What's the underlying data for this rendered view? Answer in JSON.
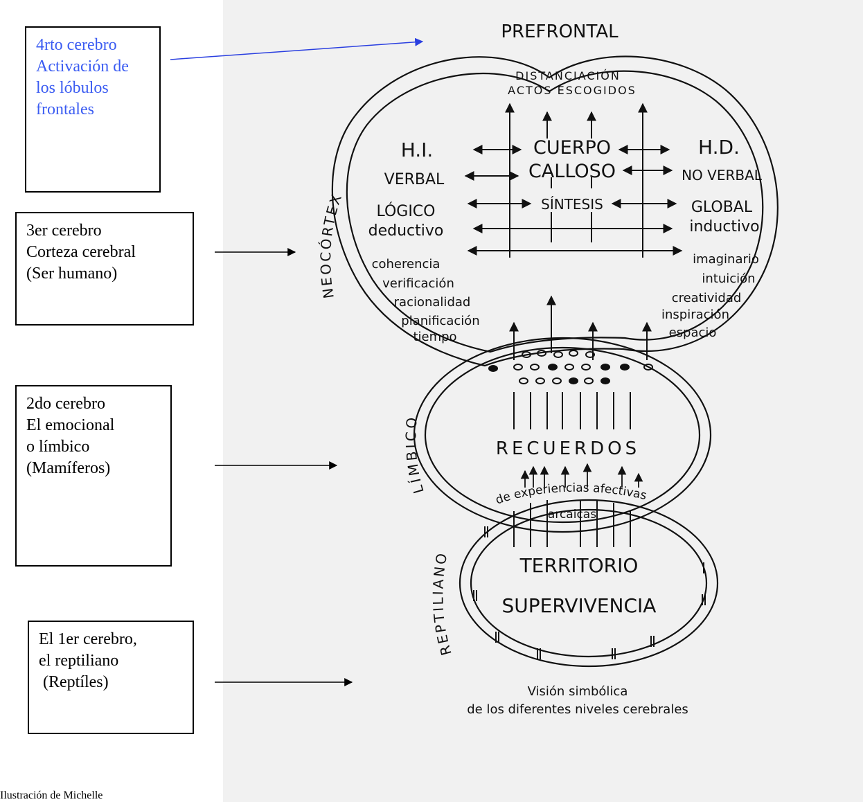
{
  "callouts": [
    {
      "lines": [
        "4rto cerebro",
        "Activación de",
        "los lóbulos",
        "frontales"
      ]
    },
    {
      "lines": [
        "3er cerebro",
        "Corteza cerebral",
        "(Ser humano)"
      ]
    },
    {
      "lines": [
        "2do cerebro",
        "El emocional",
        "o límbico",
        "(Mamíferos)"
      ]
    },
    {
      "lines": [
        "El 1er cerebro,",
        "el reptiliano",
        " (Reptíles)"
      ]
    }
  ],
  "credit": "Ilustración de Michelle",
  "diagram": {
    "prefrontal": "PREFRONTAL",
    "distanciacion": "DISTANCIACIÓN",
    "actos": "ACTOS ESCOGIDOS",
    "hi": "H.I.",
    "hd": "H.D.",
    "cuerpo": "CUERPO",
    "calloso": "CALLOSO",
    "verbal": "VERBAL",
    "no_verbal": "NO VERBAL",
    "sintesis": "SÍNTESIS",
    "logico": "LÓGICO",
    "deductivo": "deductivo",
    "global": "GLOBAL",
    "inductivo": "inductivo",
    "left_traits": [
      "coherencia",
      "verificación",
      "racionalidad",
      "planificación",
      "tiempo"
    ],
    "right_traits": [
      "imaginario",
      "intuición",
      "creatividad",
      "inspiración",
      "espacio"
    ],
    "neocortex": "NEOCÓRTEX",
    "limbico": "LÍMBICO",
    "reptiliano": "REPTILIANO",
    "recuerdos": "RECUERDOS",
    "experiencias": "de experiencias afectivas",
    "arcaicas": "arcaicas",
    "territorio": "TERRITORIO",
    "supervivencia": "SUPERVIVENCIA",
    "caption": [
      "Visión simbólica",
      "de los diferentes niveles cerebrales"
    ]
  },
  "colors": {
    "callout_blue": "#3b5cf2",
    "scan_background": "#f1f1f1"
  }
}
